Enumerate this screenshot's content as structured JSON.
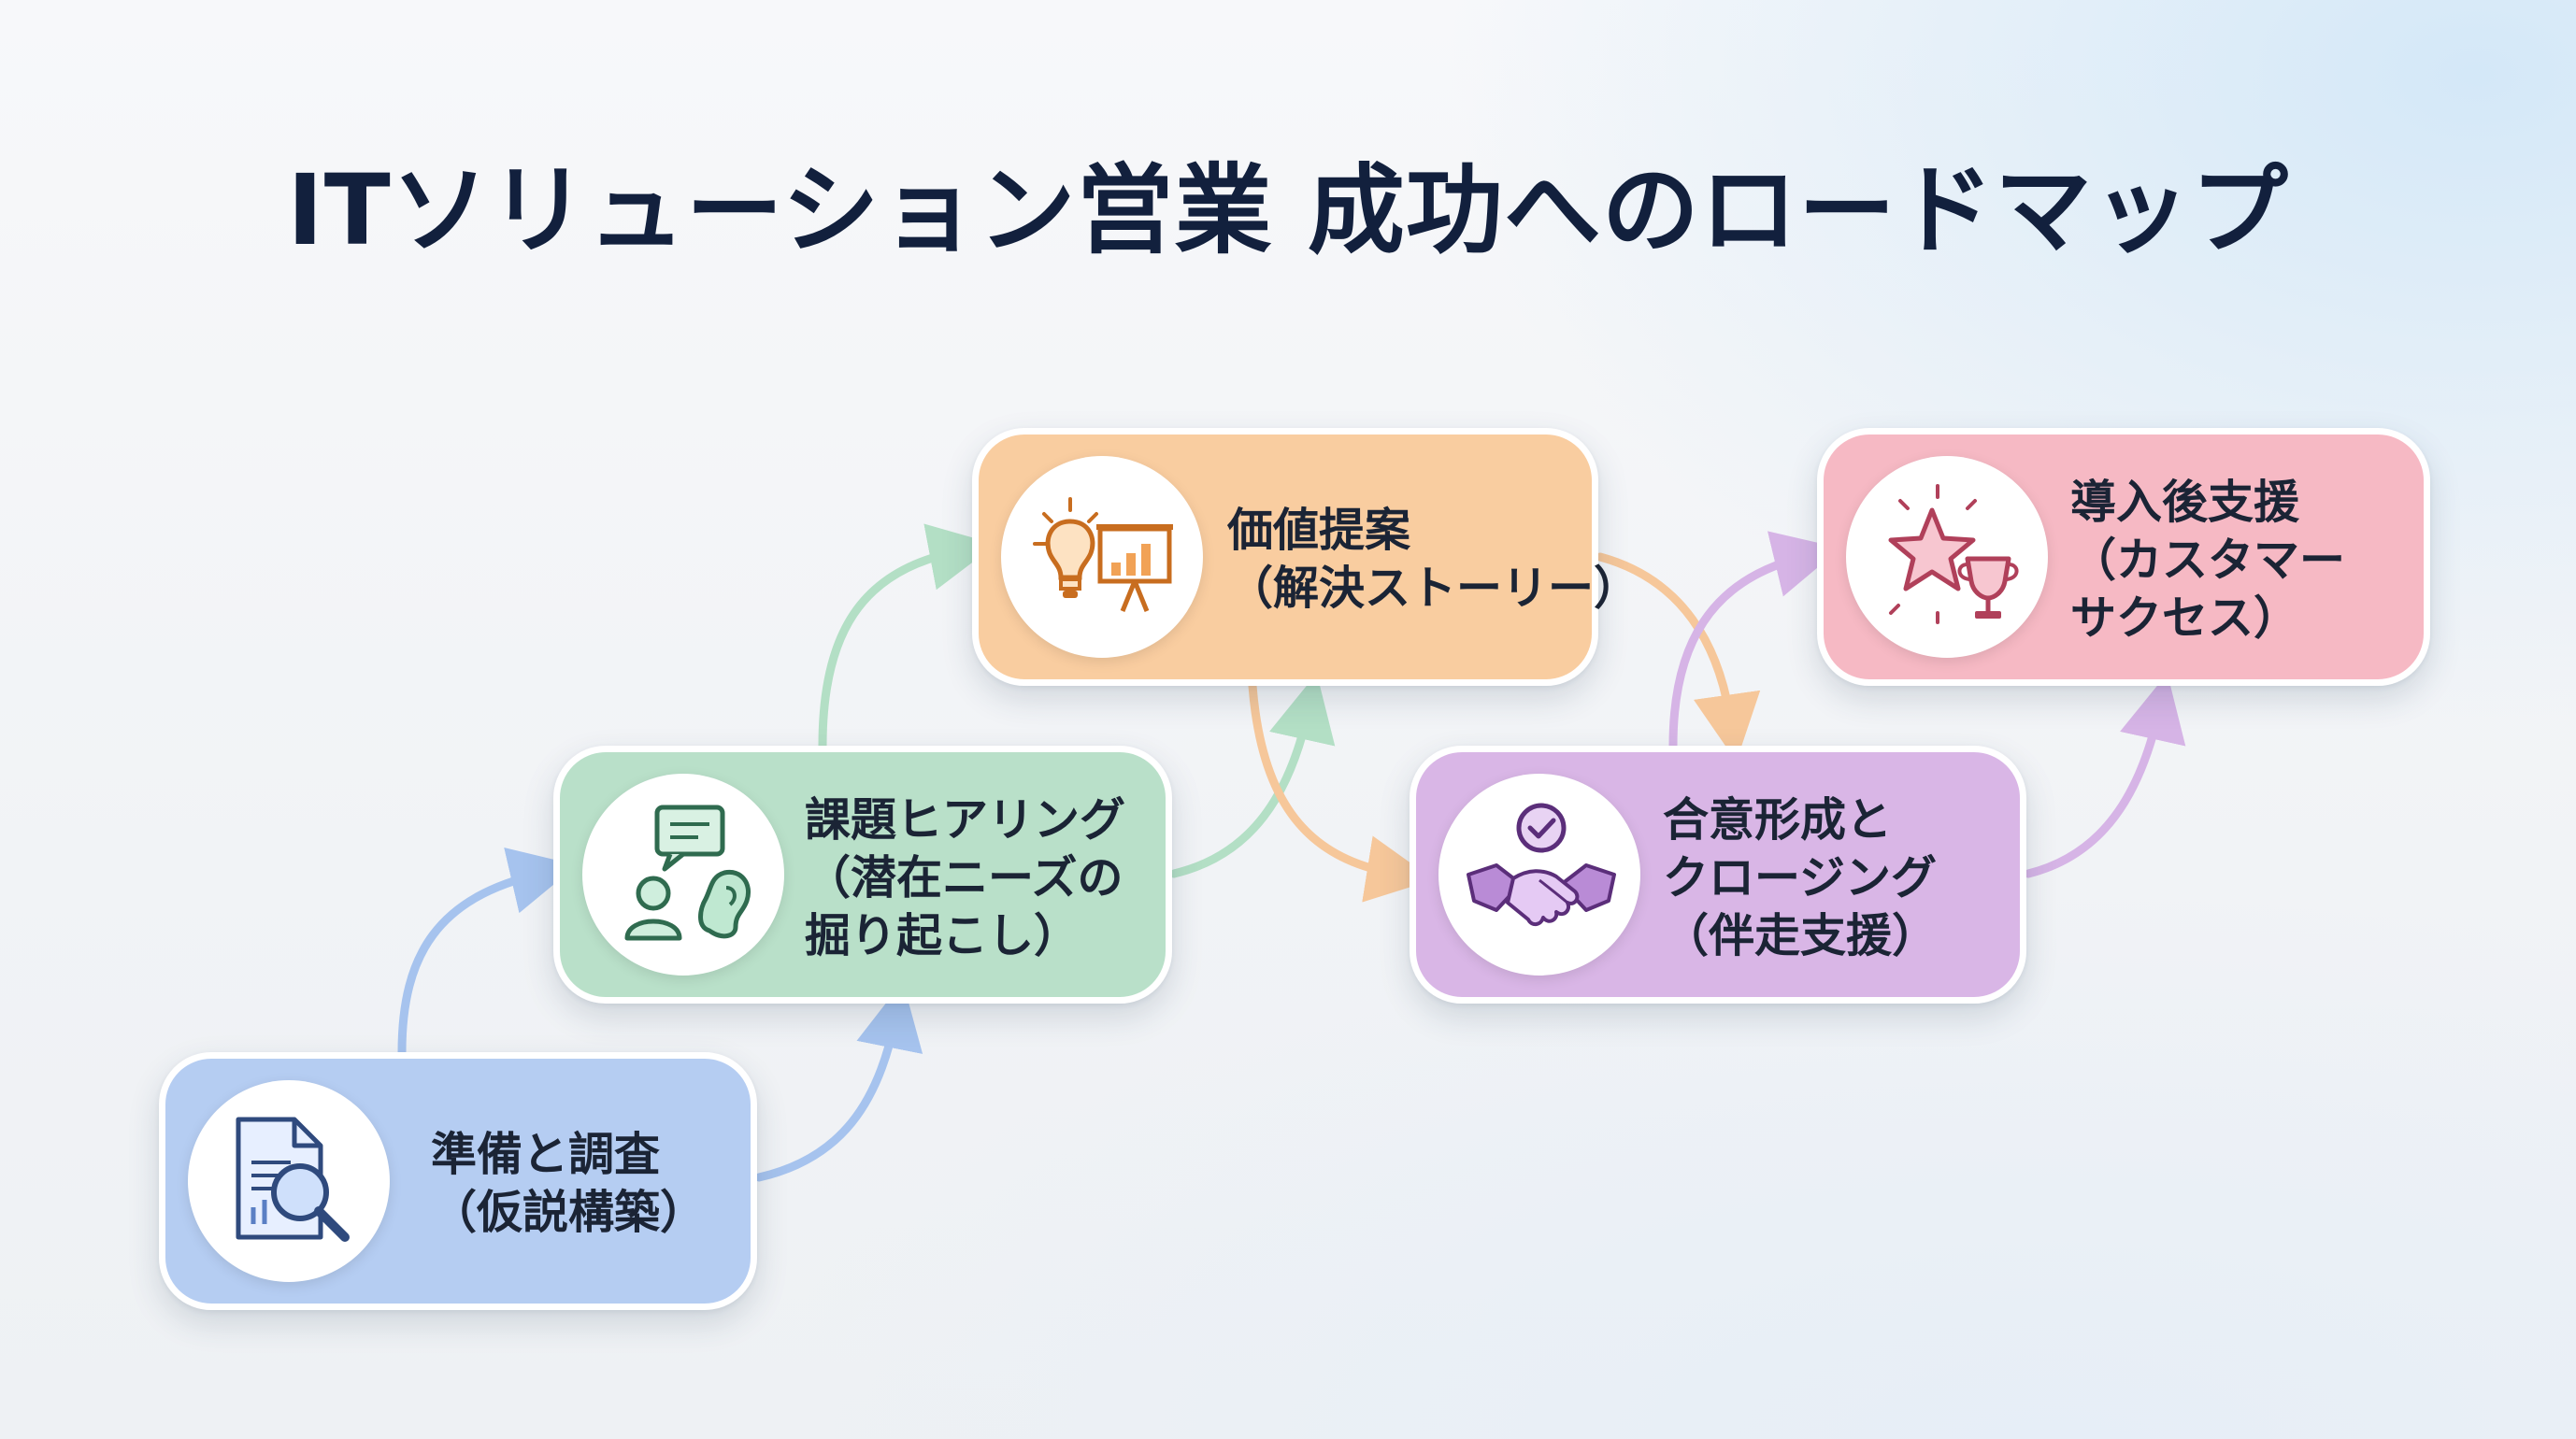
{
  "title": "ITソリューション営業 成功へのロードマップ",
  "steps": [
    {
      "label_line1": "準備と調査",
      "label_line2": "（仮説構築）",
      "icon": "document-magnifier-icon",
      "color": "#b5cdf2"
    },
    {
      "label_line1": "課題ヒアリング",
      "label_line2": "（潜在ニーズの",
      "label_line3": "掘り起こし）",
      "icon": "speech-ear-icon",
      "color": "#b9e0c9"
    },
    {
      "label_line1": "価値提案",
      "label_line2": "（解決ストーリー）",
      "icon": "lightbulb-presentation-icon",
      "color": "#f9cda0"
    },
    {
      "label_line1": "合意形成と",
      "label_line2": "クロージング",
      "label_line3": "（伴走支援）",
      "icon": "handshake-check-icon",
      "color": "#d9b6e6"
    },
    {
      "label_line1": "導入後支援",
      "label_line2": "（カスタマー",
      "label_line3": "サクセス）",
      "icon": "star-trophy-icon",
      "color": "#f6b9c4"
    }
  ]
}
